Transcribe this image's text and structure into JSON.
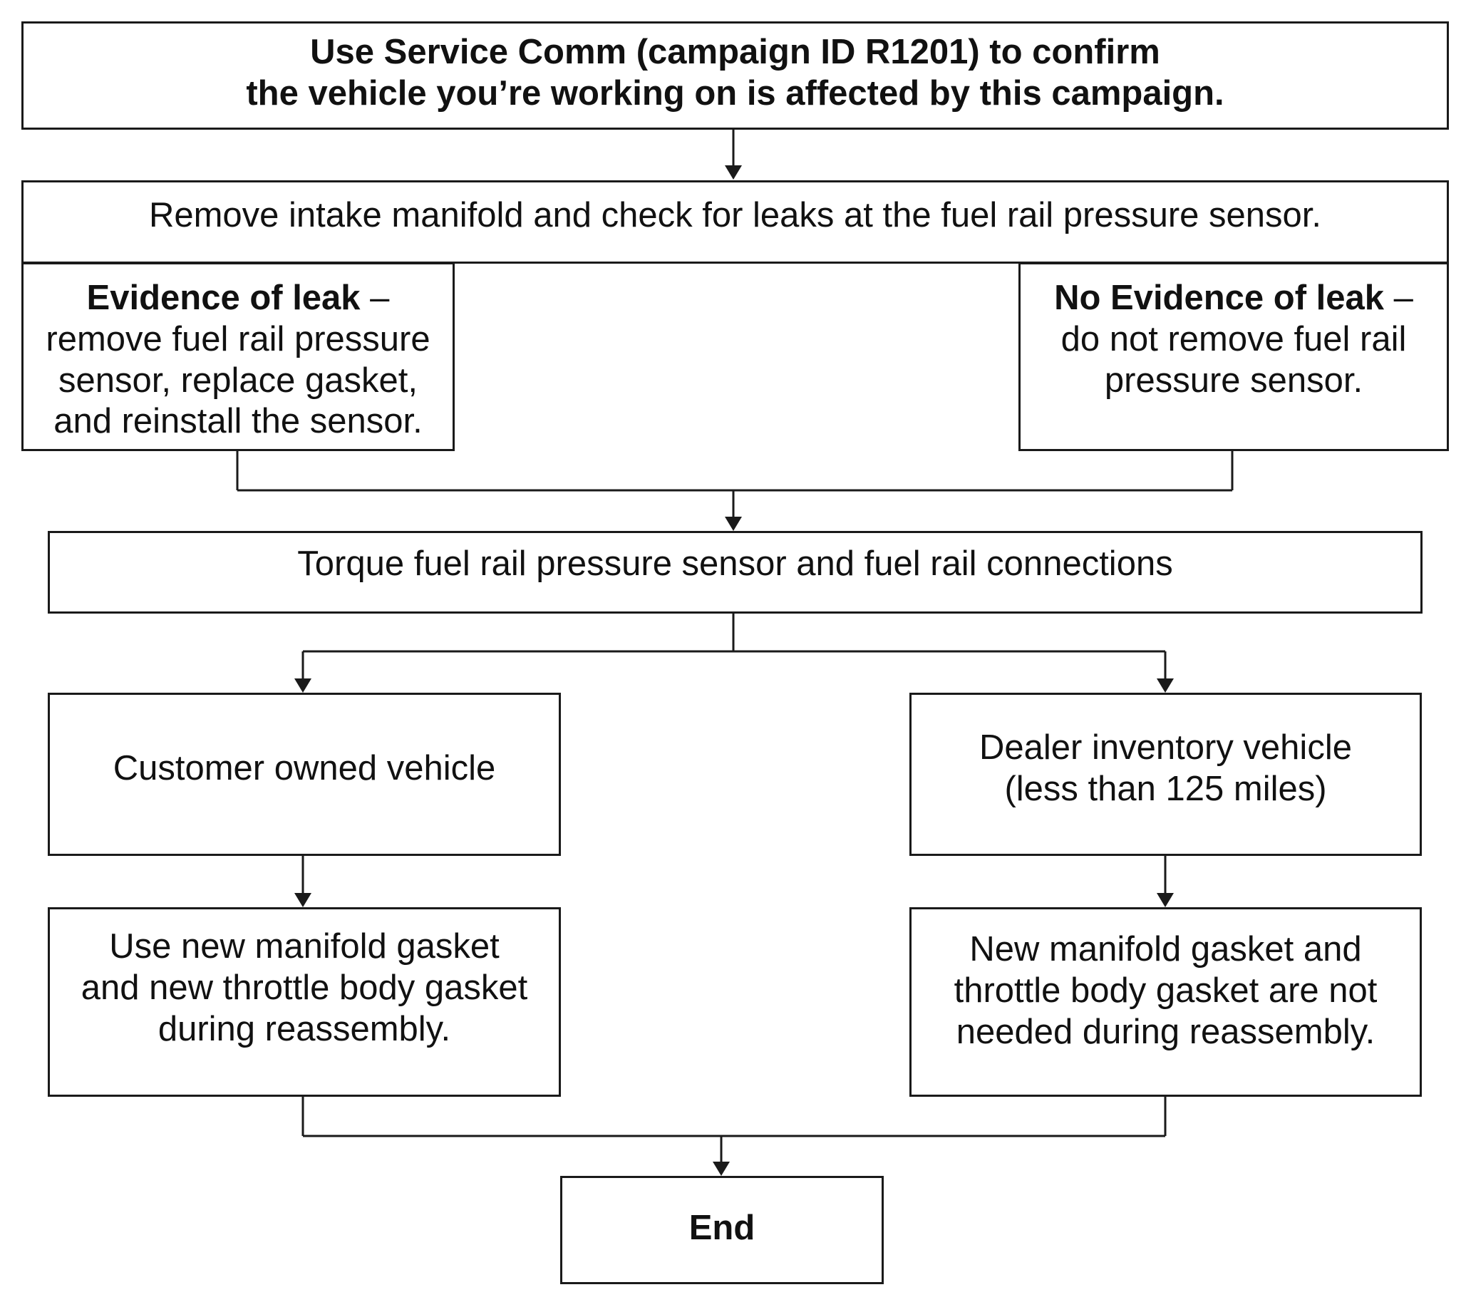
{
  "steps": {
    "confirm": {
      "line1": "Use Service Comm (campaign ID R1201) to confirm",
      "line2": "the vehicle you’re working on is affected by this campaign."
    },
    "remove_manifold": {
      "text": "Remove intake manifold and check for leaks at the fuel rail pressure sensor."
    },
    "evidence_of_leak": {
      "heading": "Evidence of leak",
      "dash": " –",
      "line1": "remove fuel rail pressure",
      "line2": "sensor, replace gasket,",
      "line3": "and reinstall the sensor."
    },
    "no_evidence_of_leak": {
      "heading": "No Evidence of leak",
      "dash": " –",
      "line1": "do not remove fuel rail",
      "line2": "pressure sensor."
    },
    "torque": {
      "text": "Torque fuel rail pressure sensor and fuel rail connections"
    },
    "customer_owned": {
      "text": "Customer owned vehicle"
    },
    "dealer_inventory": {
      "line1": "Dealer inventory vehicle",
      "line2": "(less than 125 miles)"
    },
    "use_new_gaskets": {
      "line1": "Use new manifold gasket",
      "line2": "and new throttle body gasket",
      "line3": "during reassembly."
    },
    "gaskets_not_needed": {
      "line1": "New manifold gasket and",
      "line2": "throttle body gasket are not",
      "line3": "needed during reassembly."
    },
    "end": {
      "text": "End"
    }
  }
}
